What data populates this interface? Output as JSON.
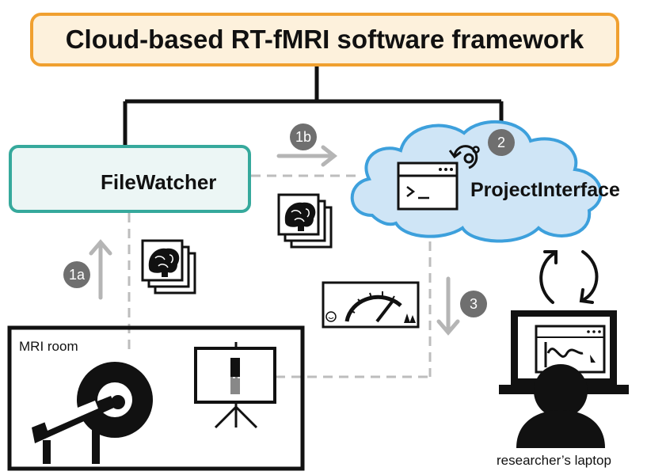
{
  "title": "Cloud-based RT-fMRI software framework",
  "file_watcher": {
    "label": "FileWatcher"
  },
  "project_interface": {
    "label": "ProjectInterface"
  },
  "mri_room": {
    "label": "MRI room"
  },
  "laptop": {
    "label": "researcher’s laptop"
  },
  "steps": {
    "s1a": "1a",
    "s1b": "1b",
    "s2": "2",
    "s3": "3"
  },
  "colors": {
    "title_border": "#f0a030",
    "title_fill": "#fdf1dc",
    "watcher_border": "#36a99c",
    "watcher_fill": "#ecf6f5",
    "cloud_border": "#3da0dc",
    "cloud_fill": "#cfe5f6",
    "step_badge": "#6f6f6f",
    "arrow": "#b5b5b5",
    "dashed_line": "#bdbdbd"
  }
}
